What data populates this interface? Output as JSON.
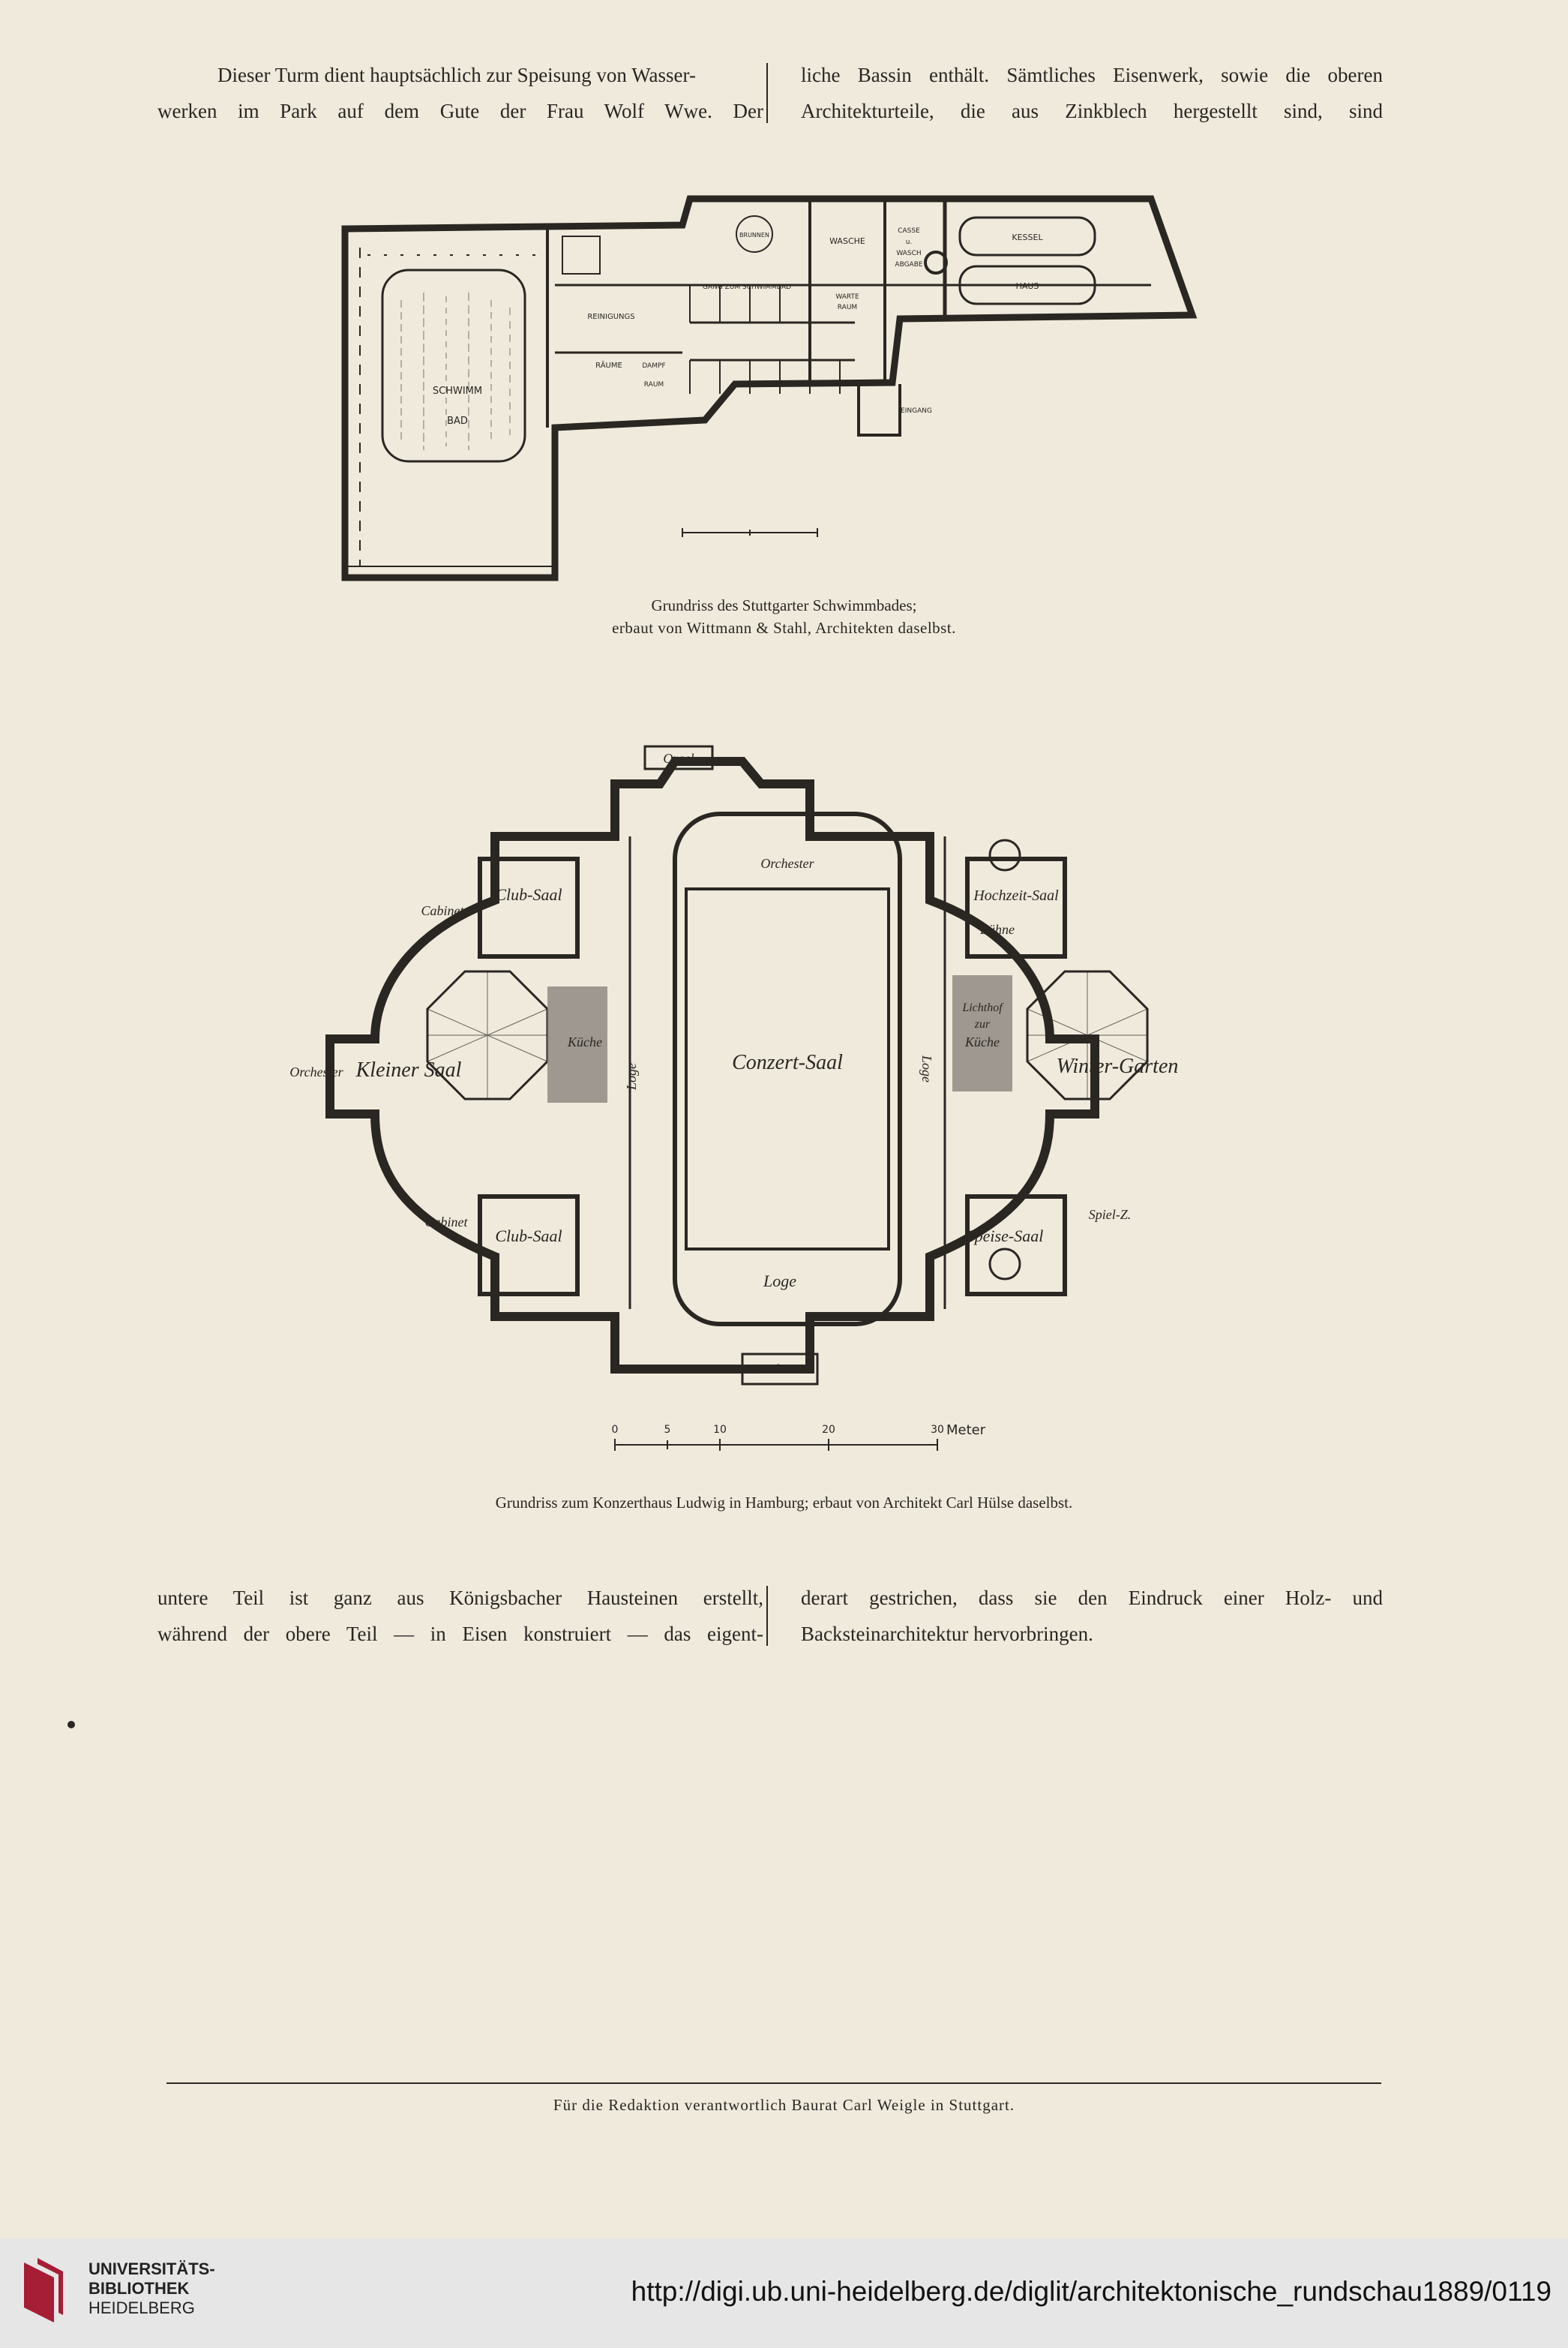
{
  "top_text": {
    "left_lines": [
      "Dieser Turm dient hauptsächlich zur Speisung von Wasser-",
      "werken im Park auf dem Gute der Frau Wolf Wwe. Der"
    ],
    "right_lines": [
      "liche Bassin enthält. Sämtliches Eisenwerk, sowie die oberen",
      "Architekturteile, die aus Zinkblech hergestellt sind, sind"
    ]
  },
  "plan1": {
    "labels": {
      "brunnen": "BRUNNEN",
      "wasche": "WASCHE",
      "casse": "CASSE",
      "u": "u.",
      "wasch": "WASCH",
      "abgabe": "ABGABE",
      "kessel": "KESSEL",
      "haus": "HAUS",
      "gang": "GANG ZUM SCHWIMMBAD",
      "warte": "WARTE",
      "raum": "RAUM",
      "reinigungs": "REINIGUNGS",
      "raume": "RÄUME",
      "dampf": "DAMPF",
      "raum2": "RAUM",
      "schwimm": "SCHWIMM",
      "bad": "BAD",
      "eingang": "EINGANG"
    },
    "caption_line1": "Grundriss des Stuttgarter Schwimmbades;",
    "caption_line2": "erbaut von Wittmann & Stahl, Architekten daselbst."
  },
  "plan2": {
    "labels": {
      "orgel": "Orgel",
      "orchester_top": "Orchester",
      "club_saal_top": "Club-Saal",
      "hochzeit_saal": "Hochzeit-Saal",
      "cabinet_top": "Cabinet",
      "buhne": "Bühne",
      "lichthof": "Lichthof",
      "zur": "zur",
      "kuche_right": "Küche",
      "kuche_left": "Küche",
      "orchester_left": "Orchester",
      "kleiner_saal": "Kleiner Saal",
      "loge_left": "Loge",
      "conzert_saal": "Conzert-Saal",
      "loge_right": "Loge",
      "winter_garten": "Winter-Garten",
      "cabinet_bottom": "Cabinet",
      "club_saal_bottom": "Club-Saal",
      "speise_saal": "Speise-Saal",
      "spiel_z": "Spiel-Z.",
      "loge_bottom": "Loge",
      "balcon": "Balcon"
    },
    "scale_ticks": [
      "0",
      "5",
      "10",
      "20",
      "30"
    ],
    "scale_unit": "Meter",
    "caption": "Grundriss zum Konzerthaus Ludwig in Hamburg; erbaut von Architekt Carl Hülse daselbst."
  },
  "bottom_text": {
    "left_lines": [
      "untere Teil ist ganz aus Königsbacher Hausteinen erstellt,",
      "während der obere Teil — in Eisen konstruiert — das eigent-"
    ],
    "right_lines": [
      "derart gestrichen, dass sie den Eindruck einer Holz- und",
      "Backsteinarchitektur hervorbringen."
    ]
  },
  "footer": "Für die Redaktion verantwortlich Baurat Carl Weigle in Stuttgart.",
  "library_bar": {
    "name_lines": [
      "UNIVERSITÄTS-",
      "BIBLIOTHEK",
      "HEIDELBERG"
    ],
    "url": "http://digi.ub.uni-heidelberg.de/diglit/architektonische_rundschau1889/0119"
  }
}
